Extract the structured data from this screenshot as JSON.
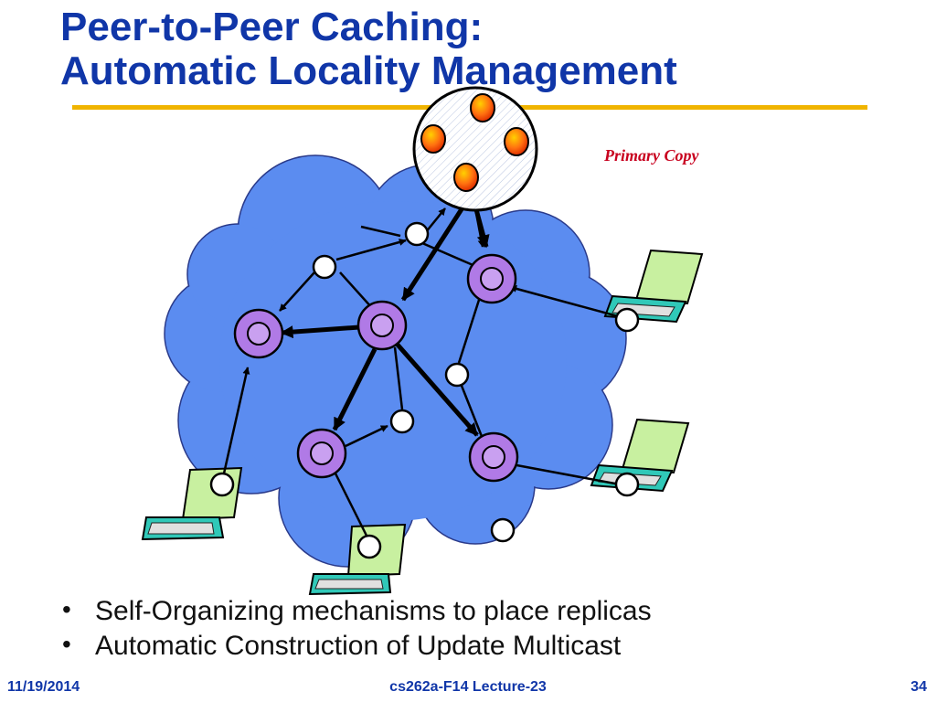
{
  "slide": {
    "title_line1": "Peer-to-Peer Caching:",
    "title_line2": "Automatic Locality Management",
    "primary_copy_label": "Primary Copy",
    "bullets": [
      "Self-Organizing mechanisms to place replicas",
      "Automatic Construction of Update Multicast"
    ]
  },
  "footer": {
    "date": "11/19/2014",
    "course": "cs262a-F14 Lecture-23",
    "page": "34"
  },
  "colors": {
    "title": "#1036a8",
    "rule": "#f0b400",
    "cloud": "#5b8cf0",
    "replica": "#b07ae6",
    "primary_node": "#f06010",
    "primary_label": "#c8001e",
    "laptop_screen": "#c8f0a0",
    "laptop_body": "#30c8b8"
  }
}
